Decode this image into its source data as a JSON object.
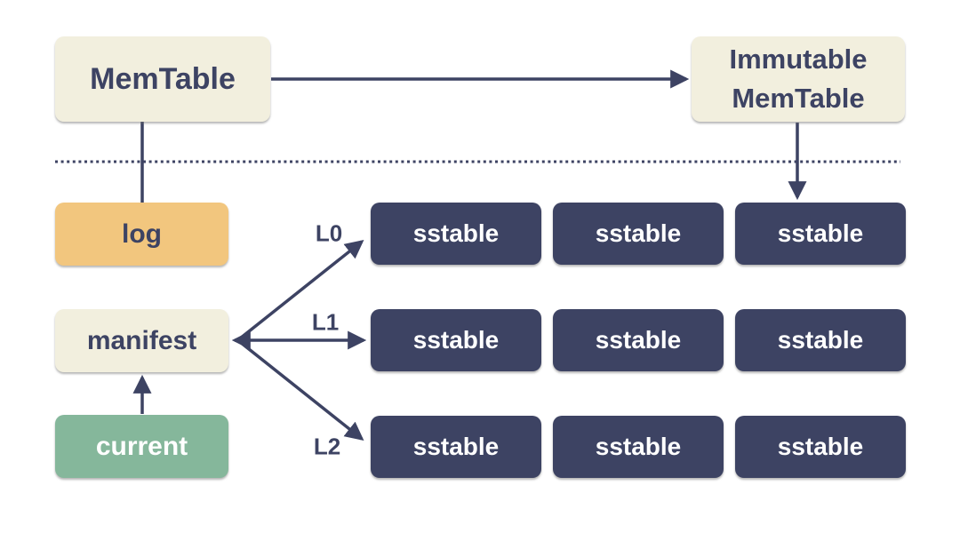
{
  "colors": {
    "navy": "#3d4363",
    "cream": "#f2efde",
    "orange": "#f2c67e",
    "green": "#85b79b",
    "white-text": "#ffffff",
    "background": "#ffffff"
  },
  "memory": {
    "memtable_label": "MemTable",
    "immutable_memtable_label": "Immutable MemTable"
  },
  "storage": {
    "log_label": "log",
    "manifest_label": "manifest",
    "current_label": "current",
    "levels": [
      {
        "label": "L0",
        "sstables": [
          "sstable",
          "sstable",
          "sstable"
        ]
      },
      {
        "label": "L1",
        "sstables": [
          "sstable",
          "sstable",
          "sstable"
        ]
      },
      {
        "label": "L2",
        "sstables": [
          "sstable",
          "sstable",
          "sstable"
        ]
      }
    ]
  }
}
